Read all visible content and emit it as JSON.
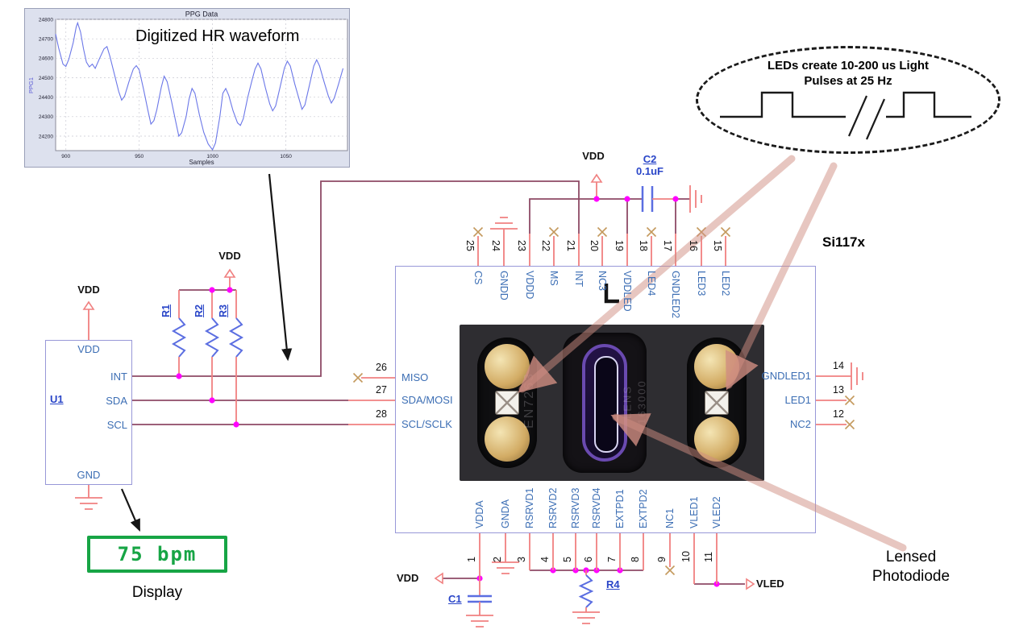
{
  "colors": {
    "wire": "#8e4a66",
    "pin_stub": "#f08080",
    "junction_dot": "#ff00ff",
    "no_connect": "#c49a5e",
    "pin_name_blue": "#3c6eb4",
    "ref_blue": "#2a46c8",
    "component_blue": "#5b6ee1",
    "ic_border": "#9898d8",
    "display_green": "#17a545",
    "callout_arrow_pink": "#cf8d82",
    "waveform_blue": "#6b77e8"
  },
  "chart_data": {
    "type": "line",
    "title": "PPG Data",
    "xlabel": "Samples",
    "ylabel": "PPG1",
    "x_ticks": [
      900,
      950,
      1000,
      1050
    ],
    "y_ticks": [
      24200,
      24300,
      24400,
      24500,
      24600,
      24700,
      24800
    ],
    "xlim": [
      893,
      1092
    ],
    "ylim": [
      24125,
      24800
    ],
    "grid": true,
    "annotation": "Digitized HR waveform",
    "series": [
      {
        "name": "PPG1",
        "color": "#6b77e8",
        "points": [
          [
            893,
            24725
          ],
          [
            895,
            24655
          ],
          [
            898,
            24570
          ],
          [
            900,
            24558
          ],
          [
            902,
            24595
          ],
          [
            905,
            24680
          ],
          [
            907,
            24760
          ],
          [
            908,
            24782
          ],
          [
            910,
            24735
          ],
          [
            912,
            24648
          ],
          [
            914,
            24580
          ],
          [
            916,
            24556
          ],
          [
            918,
            24570
          ],
          [
            920,
            24548
          ],
          [
            923,
            24600
          ],
          [
            926,
            24648
          ],
          [
            928,
            24660
          ],
          [
            930,
            24610
          ],
          [
            933,
            24520
          ],
          [
            936,
            24430
          ],
          [
            938,
            24385
          ],
          [
            940,
            24405
          ],
          [
            943,
            24480
          ],
          [
            946,
            24545
          ],
          [
            948,
            24562
          ],
          [
            950,
            24540
          ],
          [
            953,
            24440
          ],
          [
            956,
            24330
          ],
          [
            958,
            24262
          ],
          [
            960,
            24280
          ],
          [
            962,
            24335
          ],
          [
            965,
            24450
          ],
          [
            967,
            24508
          ],
          [
            969,
            24480
          ],
          [
            972,
            24380
          ],
          [
            975,
            24270
          ],
          [
            977,
            24200
          ],
          [
            979,
            24218
          ],
          [
            982,
            24300
          ],
          [
            984,
            24390
          ],
          [
            986,
            24445
          ],
          [
            988,
            24420
          ],
          [
            991,
            24310
          ],
          [
            994,
            24220
          ],
          [
            997,
            24160
          ],
          [
            1000,
            24130
          ],
          [
            1002,
            24165
          ],
          [
            1005,
            24300
          ],
          [
            1007,
            24420
          ],
          [
            1009,
            24445
          ],
          [
            1011,
            24410
          ],
          [
            1014,
            24330
          ],
          [
            1017,
            24268
          ],
          [
            1019,
            24255
          ],
          [
            1021,
            24290
          ],
          [
            1024,
            24400
          ],
          [
            1027,
            24490
          ],
          [
            1029,
            24545
          ],
          [
            1031,
            24575
          ],
          [
            1033,
            24545
          ],
          [
            1036,
            24450
          ],
          [
            1039,
            24365
          ],
          [
            1041,
            24330
          ],
          [
            1043,
            24355
          ],
          [
            1046,
            24450
          ],
          [
            1049,
            24550
          ],
          [
            1051,
            24585
          ],
          [
            1053,
            24560
          ],
          [
            1056,
            24470
          ],
          [
            1059,
            24390
          ],
          [
            1061,
            24338
          ],
          [
            1063,
            24360
          ],
          [
            1066,
            24460
          ],
          [
            1069,
            24560
          ],
          [
            1071,
            24592
          ],
          [
            1073,
            24560
          ],
          [
            1076,
            24480
          ],
          [
            1079,
            24405
          ],
          [
            1081,
            24370
          ],
          [
            1083,
            24395
          ],
          [
            1086,
            24470
          ],
          [
            1089,
            24548
          ]
        ]
      }
    ]
  },
  "ppg_overlay": "Digitized HR waveform",
  "led_callout": {
    "line1": "LEDs create 10-200 us Light",
    "line2": "Pulses at 25 Hz"
  },
  "ic": {
    "part_label": "Si117x",
    "top_pins": [
      {
        "num": "25",
        "name": "CS",
        "term": "nc"
      },
      {
        "num": "24",
        "name": "GNDD",
        "term": "gnd"
      },
      {
        "num": "23",
        "name": "VDDD",
        "term": "wire"
      },
      {
        "num": "22",
        "name": "MS",
        "term": "nc"
      },
      {
        "num": "21",
        "name": "INT",
        "term": "wire"
      },
      {
        "num": "20",
        "name": "NC3",
        "term": "nc"
      },
      {
        "num": "19",
        "name": "VDDLED",
        "term": "wire"
      },
      {
        "num": "18",
        "name": "LED4",
        "term": "nc"
      },
      {
        "num": "17",
        "name": "GNDLED2",
        "term": "wire"
      },
      {
        "num": "16",
        "name": "LED3",
        "term": "nc"
      },
      {
        "num": "15",
        "name": "LED2",
        "term": "nc"
      }
    ],
    "left_pins": [
      {
        "num": "26",
        "name": "MISO",
        "term": "nc"
      },
      {
        "num": "27",
        "name": "SDA/MOSI",
        "term": "wire"
      },
      {
        "num": "28",
        "name": "SCL/SCLK",
        "term": "wire"
      }
    ],
    "right_pins": [
      {
        "num": "14",
        "name": "GNDLED1",
        "term": "gnd"
      },
      {
        "num": "13",
        "name": "LED1",
        "term": "nc"
      },
      {
        "num": "12",
        "name": "NC2",
        "term": "nc"
      }
    ],
    "bottom_pins": [
      {
        "num": "1",
        "name": "VDDA",
        "term": "wire"
      },
      {
        "num": "2",
        "name": "GNDA",
        "term": "gnd"
      },
      {
        "num": "3",
        "name": "RSRVD1",
        "term": "wire"
      },
      {
        "num": "4",
        "name": "RSRVD2",
        "term": "wire"
      },
      {
        "num": "5",
        "name": "RSRVD3",
        "term": "wire"
      },
      {
        "num": "6",
        "name": "RSRVD4",
        "term": "wire"
      },
      {
        "num": "7",
        "name": "EXTPD1",
        "term": "wire"
      },
      {
        "num": "8",
        "name": "EXTPD2",
        "term": "wire"
      },
      {
        "num": "9",
        "name": "NC1",
        "term": "nc"
      },
      {
        "num": "10",
        "name": "VLED1",
        "term": "wire"
      },
      {
        "num": "11",
        "name": "VLED2",
        "term": "wire"
      }
    ]
  },
  "u1": {
    "ref": "U1",
    "pin_vdd": "VDD",
    "pin_int": "INT",
    "pin_sda": "SDA",
    "pin_scl": "SCL",
    "pin_gnd": "GND"
  },
  "refs": {
    "r1": "R1",
    "r2": "R2",
    "r3": "R3",
    "r4": "R4",
    "c1": "C1",
    "c2": "C2",
    "c2_value": "0.1uF"
  },
  "nets": {
    "vdd": "VDD",
    "vled": "VLED"
  },
  "display": {
    "value": "75 bpm",
    "caption": "Display"
  },
  "photodiode_callout": "Lensed Photodiode",
  "photo": {
    "etch_left": "EN7263",
    "etch_right_1": "LENS",
    "etch_right_2": "163000"
  }
}
